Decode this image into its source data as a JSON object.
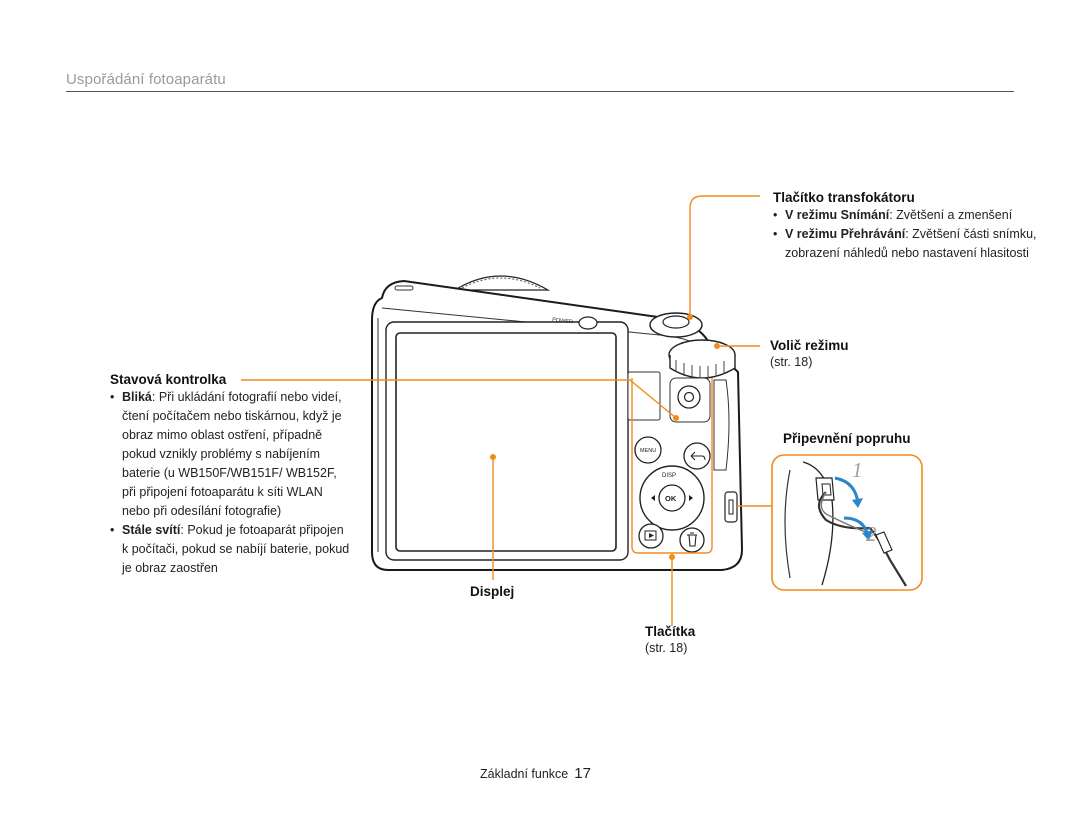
{
  "header": {
    "title": "Uspořádání fotoaparátu"
  },
  "camera": {
    "power_label": "POWER",
    "btn_menu": "MENU",
    "btn_disp": "DISP",
    "btn_ok": "OK"
  },
  "callouts": {
    "zoom": {
      "title": "Tlačítko transfokátoru",
      "items": [
        {
          "bold": "V režimu Snímání",
          "rest": ": Zvětšení a zmenšení"
        },
        {
          "bold": "V režimu Přehrávání",
          "rest": ": Zvětšení části snímku, zobrazení náhledů nebo nastavení hlasitosti"
        }
      ]
    },
    "mode_dial": {
      "title": "Volič režimu",
      "ref": "(str. 18)"
    },
    "strap": {
      "title": "Připevnění popruhu",
      "step1": "1",
      "step2": "2"
    },
    "status_lamp": {
      "title": "Stavová kontrolka",
      "items": [
        {
          "bold": "Bliká",
          "rest": ": Při ukládání fotografií nebo videí, čtení počítačem nebo tiskárnou, když je obraz mimo oblast ostření, případně pokud vznikly problémy s nabíjením baterie (u WB150F/WB151F/ WB152F, při připojení fotoaparátu k síti WLAN nebo při odesílání fotografie)"
        },
        {
          "bold": "Stále svítí",
          "rest": ": Pokud je fotoaparát připojen k počítači, pokud se nabíjí baterie, pokud je obraz zaostřen"
        }
      ]
    },
    "display": {
      "title": "Displej"
    },
    "buttons": {
      "title": "Tlačítka",
      "ref": "(str. 18)"
    }
  },
  "footer": {
    "section": "Základní funkce",
    "page": "17"
  },
  "colors": {
    "accent": "#f08c1e",
    "text": "#222222",
    "header_text": "#9a9a9a",
    "strap_blue": "#2a86c8"
  }
}
